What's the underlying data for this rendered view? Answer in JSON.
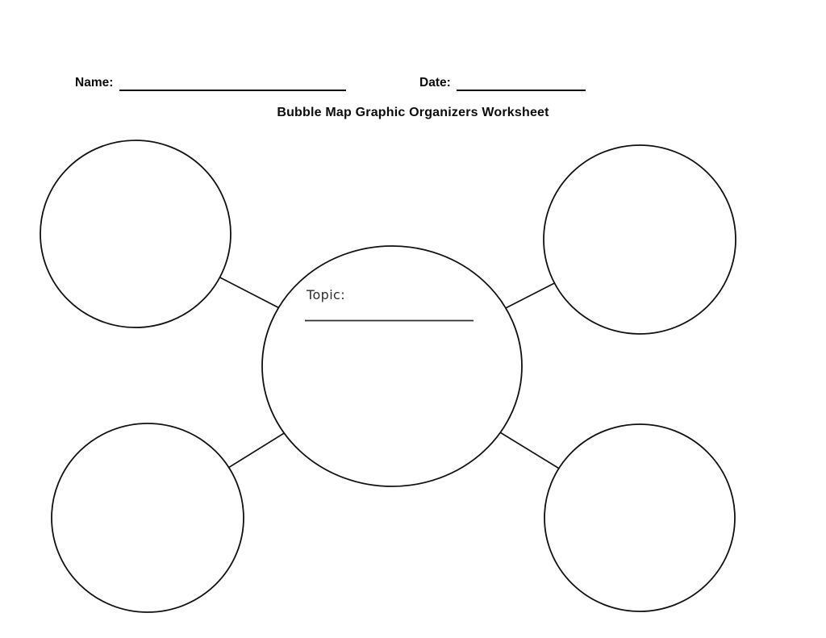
{
  "page": {
    "background": "#ffffff",
    "ink_color": "#111111",
    "topic_ink_color": "#2f2f2f"
  },
  "header": {
    "name_label": "Name:",
    "date_label": "Date:",
    "title": "Bubble Map Graphic Organizers Worksheet"
  },
  "diagram": {
    "topic_label": "Topic:",
    "center_bubble_value": "",
    "outer_bubbles": [
      {
        "position": "top-left",
        "value": ""
      },
      {
        "position": "top-right",
        "value": ""
      },
      {
        "position": "bottom-left",
        "value": ""
      },
      {
        "position": "bottom-right",
        "value": ""
      }
    ]
  }
}
